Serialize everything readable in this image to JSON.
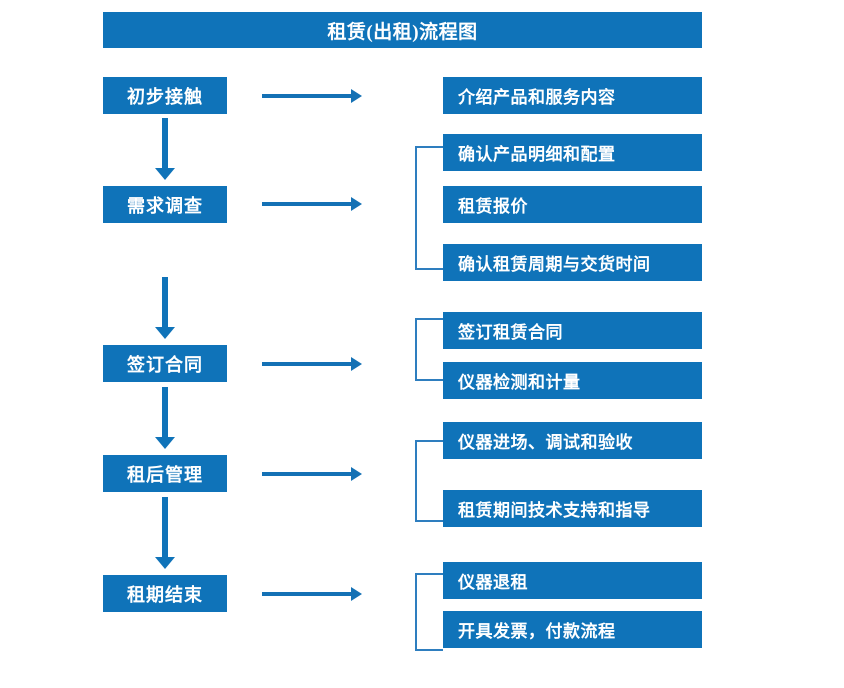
{
  "title": "租赁(出租)流程图",
  "colors": {
    "box_blue": "#0F73B9",
    "arrow_blue": "#1471B5",
    "bracket_blue": "#2E7EBF",
    "text_white": "#FFFFFF",
    "background": "#FFFFFF"
  },
  "stages": [
    {
      "label": "初步接触"
    },
    {
      "label": "需求调查"
    },
    {
      "label": "签订合同"
    },
    {
      "label": "租后管理"
    },
    {
      "label": "租期结束"
    }
  ],
  "details": [
    {
      "label": "介绍产品和服务内容"
    },
    {
      "label": "确认产品明细和配置"
    },
    {
      "label": "租赁报价"
    },
    {
      "label": "确认租赁周期与交货时间"
    },
    {
      "label": "签订租赁合同"
    },
    {
      "label": "仪器检测和计量"
    },
    {
      "label": "仪器进场、调试和验收"
    },
    {
      "label": "租赁期间技术支持和指导"
    },
    {
      "label": "仪器退租"
    },
    {
      "label": "开具发票，付款流程"
    }
  ],
  "flow": {
    "vertical_arrow_count": 4,
    "horizontal_arrow_count": 5,
    "bracket_count": 4,
    "groups": [
      {
        "stage": "初步接触",
        "details": [
          "介绍产品和服务内容"
        ]
      },
      {
        "stage": "需求调查",
        "details": [
          "确认产品明细和配置",
          "租赁报价",
          "确认租赁周期与交货时间"
        ]
      },
      {
        "stage": "签订合同",
        "details": [
          "签订租赁合同",
          "仪器检测和计量"
        ]
      },
      {
        "stage": "租后管理",
        "details": [
          "仪器进场、调试和验收",
          "租赁期间技术支持和指导"
        ]
      },
      {
        "stage": "租期结束",
        "details": [
          "仪器退租",
          "开具发票，付款流程"
        ]
      }
    ]
  }
}
